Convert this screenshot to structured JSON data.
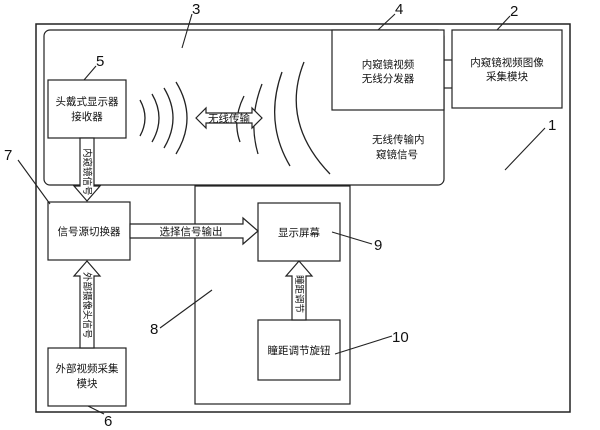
{
  "boxes": {
    "hmd_receiver": [
      "头戴式显示器",
      "接收器"
    ],
    "splitter": [
      "内窥镜视频",
      "无线分发器"
    ],
    "capture": [
      "内窥镜视频图像",
      "采集模块"
    ],
    "switcher": "信号源切换器",
    "screen": "显示屏幕",
    "external": [
      "外部视频采集",
      "模块"
    ],
    "knob": "瞳距调节旋钮"
  },
  "labels": {
    "wireless": "无线传输",
    "wireless_signal": [
      "无线传输内",
      "窥镜信号"
    ],
    "select_output": "选择信号输出",
    "endoscope_signal": "内窥镜信号",
    "external_signal": "外部摄像头信号",
    "ipd_adjust": "瞳距调节"
  },
  "numbers": {
    "n1": "1",
    "n2": "2",
    "n3": "3",
    "n4": "4",
    "n5": "5",
    "n6": "6",
    "n7": "7",
    "n8": "8",
    "n9": "9",
    "n10": "10"
  }
}
